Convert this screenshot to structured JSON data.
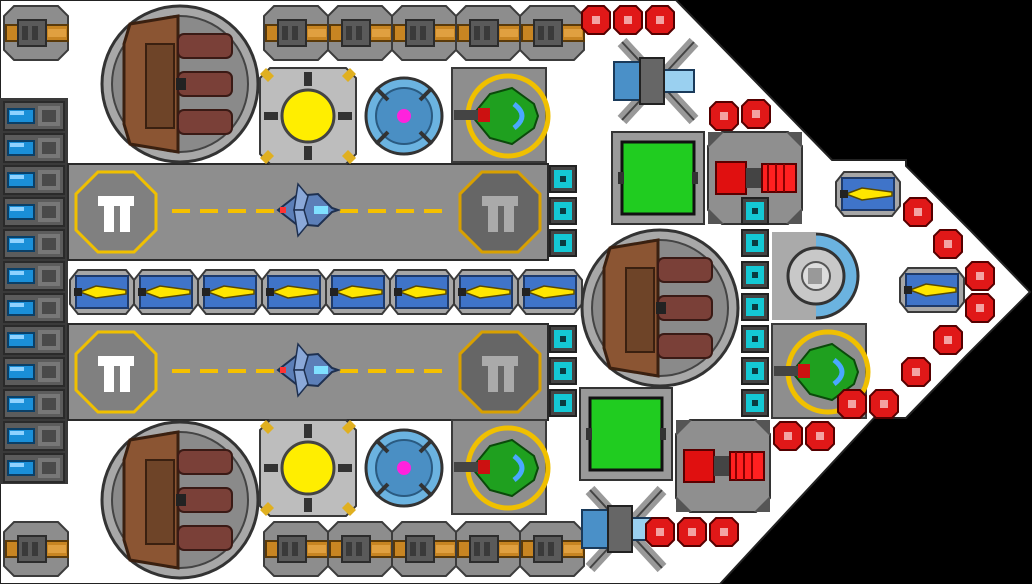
{
  "scene": {
    "type": "top-down ship build view",
    "colors": {
      "background": "#000000",
      "hull": "#ffffff",
      "hangar_deck": "#8e8e8e",
      "lane_marking": "#f5c000",
      "cockpit_green": "#1fa01f",
      "shield_blue": "#4a9fd8",
      "reactor_yellow": "#ffee00",
      "thruster_red": "#dd1111",
      "turret_cyan": "#14c8d4"
    }
  },
  "components": {
    "engine_bank": {
      "count": 12,
      "icon": "engine-icon"
    },
    "gun_turrets_top": {
      "count": 6,
      "icon": "orange-gun-icon"
    },
    "gun_turrets_bottom": {
      "count": 6,
      "icon": "orange-gun-icon"
    },
    "missile_row": {
      "count": 8,
      "icon": "missile-icon"
    },
    "hangars": [
      {
        "name": "hangar-upper",
        "fighter_icon": "fighter-icon"
      },
      {
        "name": "hangar-lower",
        "fighter_icon": "fighter-icon"
      }
    ],
    "cannons": {
      "count": 3,
      "icon": "triple-cannon-icon"
    },
    "reactors": {
      "count": 2,
      "icon": "reactor-icon"
    },
    "shields": {
      "count": 2,
      "icon": "shield-generator-icon"
    },
    "cockpits": {
      "count": 3,
      "icon": "cockpit-icon"
    },
    "cargo_bays": {
      "count": 2,
      "icon": "green-bay-icon"
    },
    "thrusters": {
      "count": 2,
      "icon": "red-thruster-icon"
    },
    "rail_guns": {
      "count": 2,
      "icon": "rail-gun-icon"
    },
    "dome": {
      "count": 1,
      "icon": "sensor-dome-icon"
    },
    "cyan_nodes": {
      "count": 13,
      "icon": "cyan-node-icon"
    },
    "red_nodes": {
      "count": 18,
      "icon": "red-node-icon"
    }
  }
}
